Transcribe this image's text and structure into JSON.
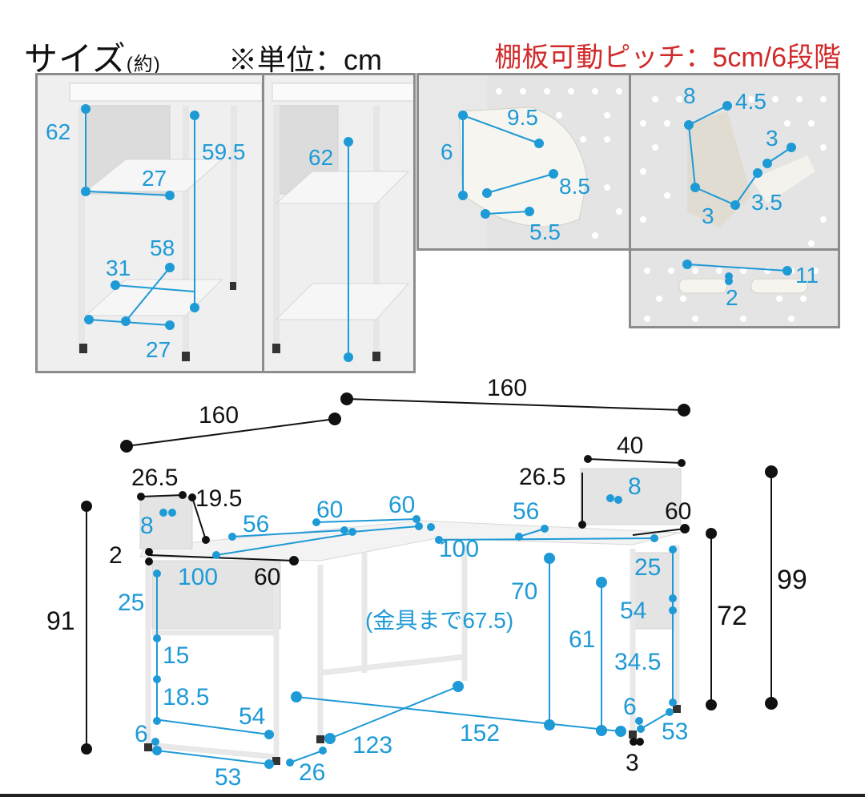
{
  "header": {
    "title": "サイズ",
    "title_paren": "(約)",
    "unit_note": "※単位：cm",
    "pitch_note": "棚板可動ピッチ：5cm/6段階",
    "pitch_color": "#d12a2a"
  },
  "colors": {
    "dimension_blue": "#1e9ad6",
    "dimension_black": "#111111",
    "panel_border": "#8c8c8c"
  },
  "panel1": {
    "h_total": "62",
    "h_side": "59.5",
    "pegboard_w": "27",
    "depth_diag": "58",
    "depth_side": "31",
    "bottom_w": "27"
  },
  "panel2": {
    "h_total": "62"
  },
  "panel3": {
    "cup_w": "9.5",
    "cup_h": "6",
    "cup_d": "8.5",
    "cup_b": "5.5"
  },
  "panel4": {
    "h_a": "8",
    "w_a": "4.5",
    "w_b": "3",
    "w_c": "3",
    "w_d": "3.5"
  },
  "panel5": {
    "hook_w": "11",
    "hook_h": "2"
  },
  "main": {
    "top_left_w": "160",
    "top_right_w": "160",
    "left_rack_w": "26.5",
    "left_rack_d": "19.5",
    "left_rack_peg": "8",
    "small_gap": "2",
    "desk_depth_left": "56",
    "desk_width_60a": "60",
    "desk_width_60b": "60",
    "desk_depth_right": "56",
    "right_rack_w": "40",
    "right_rack_h": "26.5",
    "right_rack_peg": "8",
    "right_rack_d": "60",
    "left_100": "100",
    "left_60": "60",
    "mid_100": "100",
    "right_25": "25",
    "left_25": "25",
    "h_70": "70",
    "note_675": "(金具まで67.5)",
    "h_61": "61",
    "right_54": "54",
    "right_345": "34.5",
    "left_15": "15",
    "left_185": "18.5",
    "left_54": "54",
    "left_6": "6",
    "right_6": "6",
    "right_53": "53",
    "left_53": "53",
    "left_26": "26",
    "d_123": "123",
    "d_152": "152",
    "d_3": "3",
    "h_91": "91",
    "h_72": "72",
    "h_99": "99"
  }
}
